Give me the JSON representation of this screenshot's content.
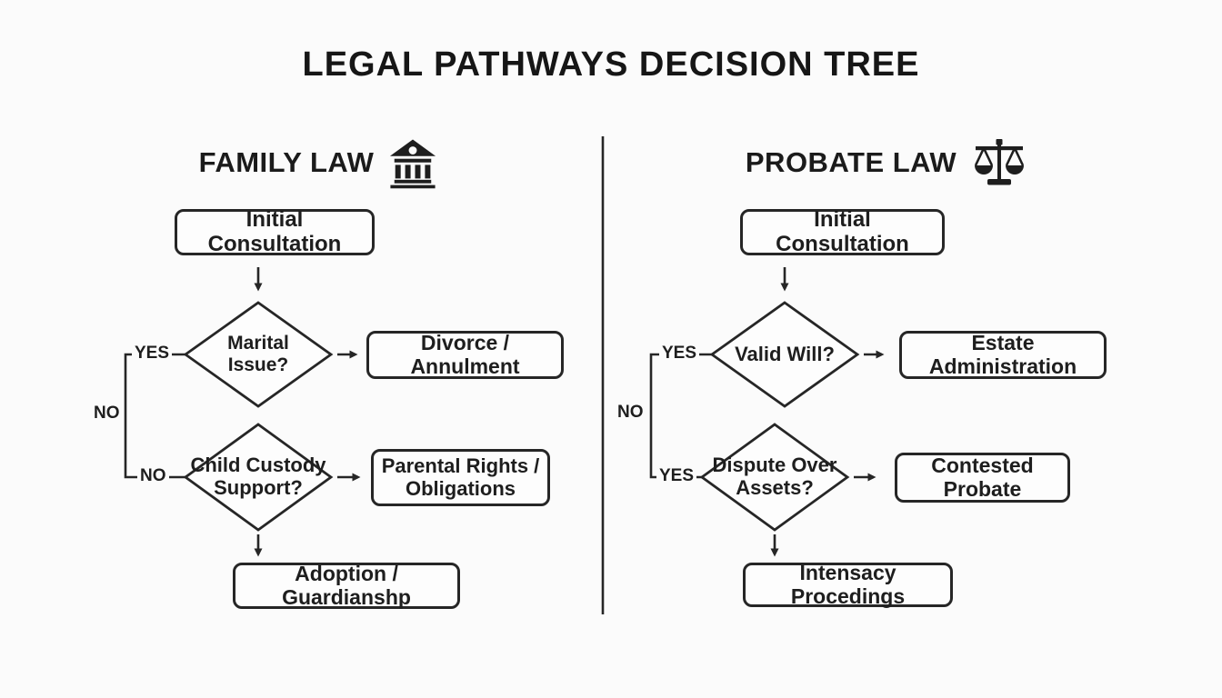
{
  "title": "LEGAL PATHWAYS DECISION TREE",
  "colors": {
    "ink": "#232323",
    "background": "#fbfbfb"
  },
  "family": {
    "header": "FAMILY LAW",
    "icon": "courthouse-icon",
    "consultation": "Initial Consultation",
    "d1": {
      "label": "Marital Issue?",
      "yes_label": "YES",
      "outcome": "Divorce / Annulment"
    },
    "branch_no": "NO",
    "d2": {
      "label": "Child Custody Support?",
      "no_label": "NO",
      "outcome": "Parental Rights / Obligations"
    },
    "final": "Adoption / Guardianshp"
  },
  "probate": {
    "header": "PROBATE LAW",
    "icon": "scales-icon",
    "consultation": "Initial Consultation",
    "d1": {
      "label": "Valid Will?",
      "yes_label": "YES",
      "outcome": "Estate Administration"
    },
    "branch_no": "NO",
    "d2": {
      "label": "Dispute Over Assets?",
      "yes_label": "YES",
      "outcome": "Contested Probate"
    },
    "final": "Intensacy Procedings"
  }
}
